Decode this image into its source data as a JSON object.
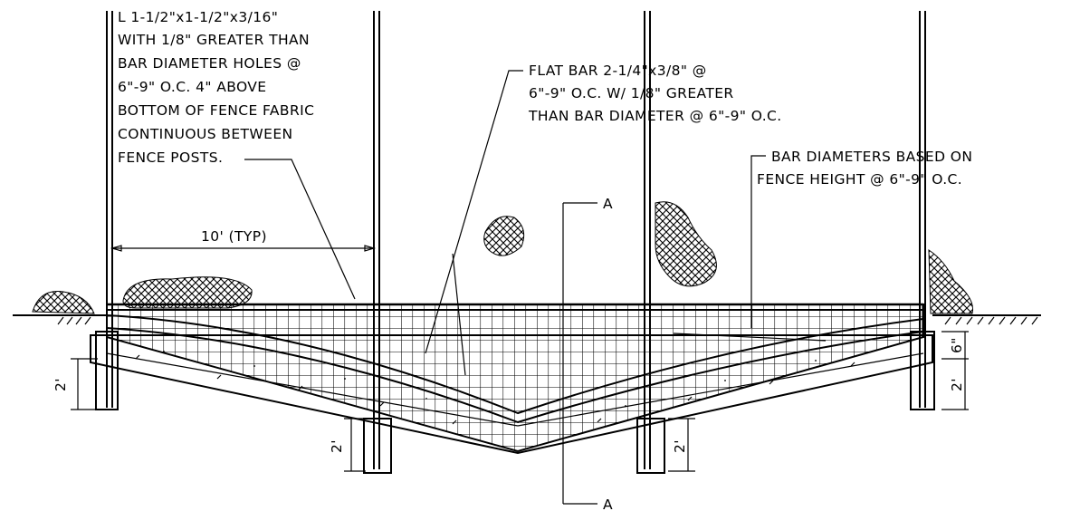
{
  "notes": {
    "angle_note": [
      "L 1-1/2\"x1-1/2\"x3/16\"",
      "WITH 1/8\" GREATER THAN",
      "BAR DIAMETER HOLES @",
      "6\"-9\" O.C. 4\" ABOVE",
      "BOTTOM OF FENCE FABRIC",
      "CONTINUOUS BETWEEN",
      "FENCE POSTS."
    ],
    "flat_bar_note": [
      "FLAT BAR 2-1/4\"x3/8\" @",
      "6\"-9\" O.C. W/ 1/8\" GREATER",
      "THAN BAR DIAMETER @ 6\"-9\" O.C."
    ],
    "bar_diameter_note": [
      "BAR DIAMETERS BASED ON",
      "FENCE HEIGHT @ 6\"-9\" O.C."
    ]
  },
  "dimensions": {
    "post_spacing": "10' (TYP)",
    "footing_depth": "2'",
    "embed_depth": "6\""
  },
  "section_marker": {
    "label": "A"
  }
}
